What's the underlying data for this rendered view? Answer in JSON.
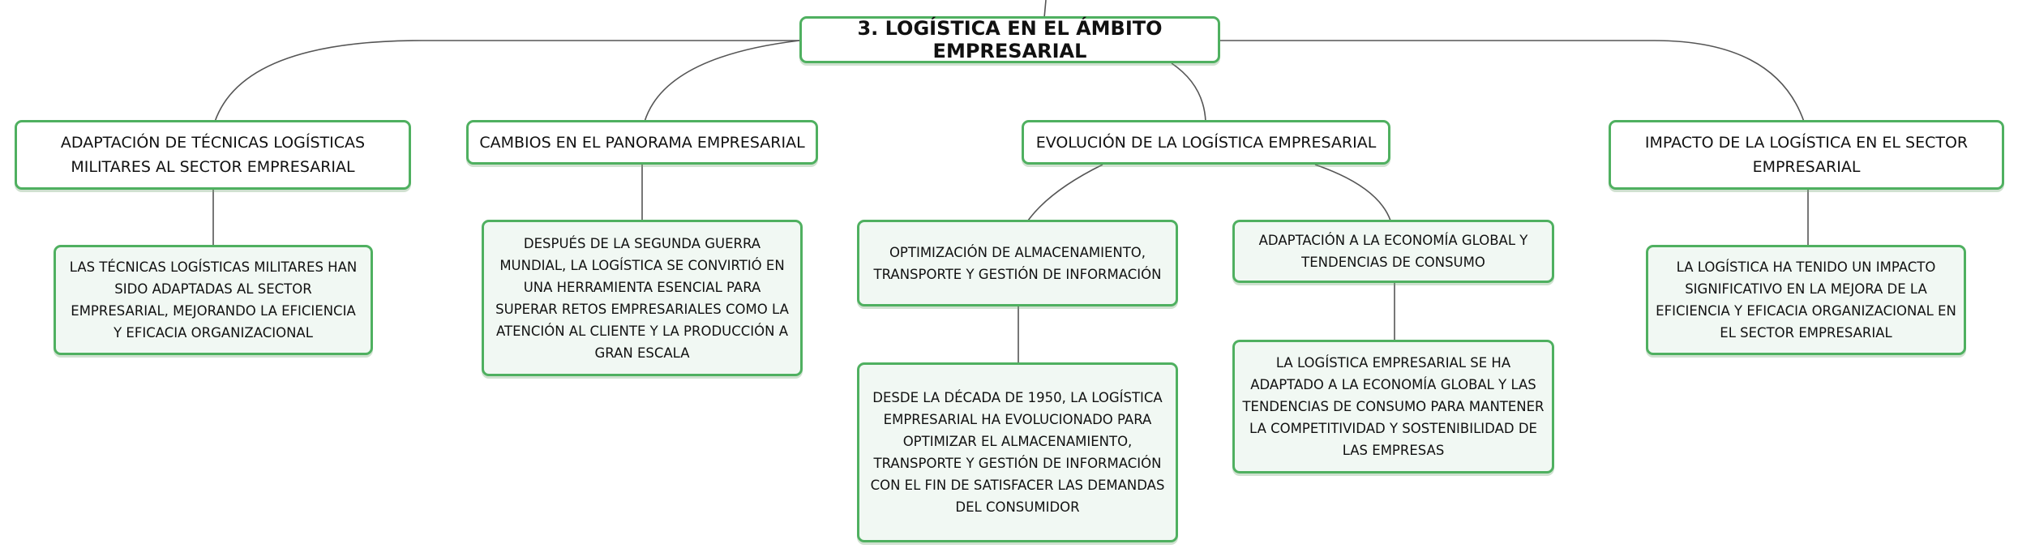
{
  "root": {
    "title": "3. LOGÍSTICA EN EL ÁMBITO EMPRESARIAL"
  },
  "branches": [
    {
      "label": "ADAPTACIÓN DE TÉCNICAS LOGÍSTICAS MILITARES AL SECTOR EMPRESARIAL",
      "detail": "LAS TÉCNICAS LOGÍSTICAS MILITARES HAN SIDO ADAPTADAS AL SECTOR EMPRESARIAL, MEJORANDO LA EFICIENCIA Y EFICACIA ORGANIZACIONAL"
    },
    {
      "label": "CAMBIOS EN EL PANORAMA EMPRESARIAL",
      "detail": "DESPUÉS DE LA SEGUNDA GUERRA MUNDIAL, LA LOGÍSTICA SE CONVIRTIÓ EN UNA HERRAMIENTA ESENCIAL PARA SUPERAR RETOS EMPRESARIALES COMO LA ATENCIÓN AL CLIENTE Y LA PRODUCCIÓN A GRAN ESCALA"
    },
    {
      "label": "EVOLUCIÓN DE LA LOGÍSTICA EMPRESARIAL",
      "children": [
        {
          "label": "OPTIMIZACIÓN DE ALMACENAMIENTO, TRANSPORTE Y GESTIÓN DE INFORMACIÓN",
          "detail": "DESDE LA DÉCADA DE 1950, LA LOGÍSTICA EMPRESARIAL HA EVOLUCIONADO PARA OPTIMIZAR EL ALMACENAMIENTO, TRANSPORTE Y GESTIÓN DE INFORMACIÓN CON EL FIN DE SATISFACER LAS DEMANDAS DEL CONSUMIDOR"
        },
        {
          "label": "ADAPTACIÓN A LA ECONOMÍA GLOBAL Y TENDENCIAS DE CONSUMO",
          "detail": "LA LOGÍSTICA EMPRESARIAL SE HA ADAPTADO A LA ECONOMÍA GLOBAL Y LAS TENDENCIAS DE CONSUMO PARA MANTENER LA COMPETITIVIDAD Y SOSTENIBILIDAD DE LAS EMPRESAS"
        }
      ]
    },
    {
      "label": "IMPACTO DE LA LOGÍSTICA EN EL SECTOR EMPRESARIAL",
      "detail": "LA LOGÍSTICA HA TENIDO UN IMPACTO SIGNIFICATIVO EN LA MEJORA DE LA EFICIENCIA Y EFICACIA ORGANIZACIONAL EN EL SECTOR EMPRESARIAL"
    }
  ],
  "colors": {
    "node_border": "#4fb060",
    "connector": "#555555",
    "detail_fill": "#f1f8f3"
  }
}
